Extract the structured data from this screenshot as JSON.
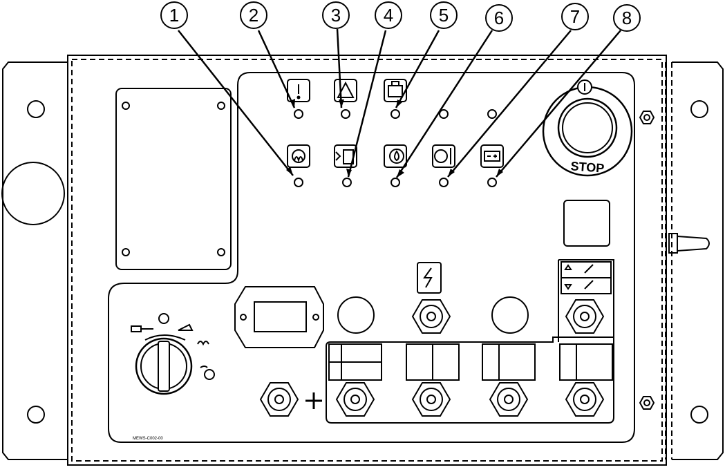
{
  "callouts": [
    "1",
    "2",
    "3",
    "4",
    "5",
    "6",
    "7",
    "8"
  ],
  "panel": {
    "stop_label": "STOP",
    "part_code": "MEWS-C002-00",
    "key_switch_position": "off",
    "indicators_row1": [
      "warning-icon",
      "tilt-alarm-icon",
      "overload-icon",
      "unlabeled",
      "unlabeled"
    ],
    "indicators_row2": [
      "glow-plug-icon",
      "fuel-icon",
      "oil-pressure-icon",
      "coolant-temp-icon",
      "battery-icon"
    ]
  },
  "colors": {
    "line": "#000000",
    "background": "#ffffff"
  }
}
